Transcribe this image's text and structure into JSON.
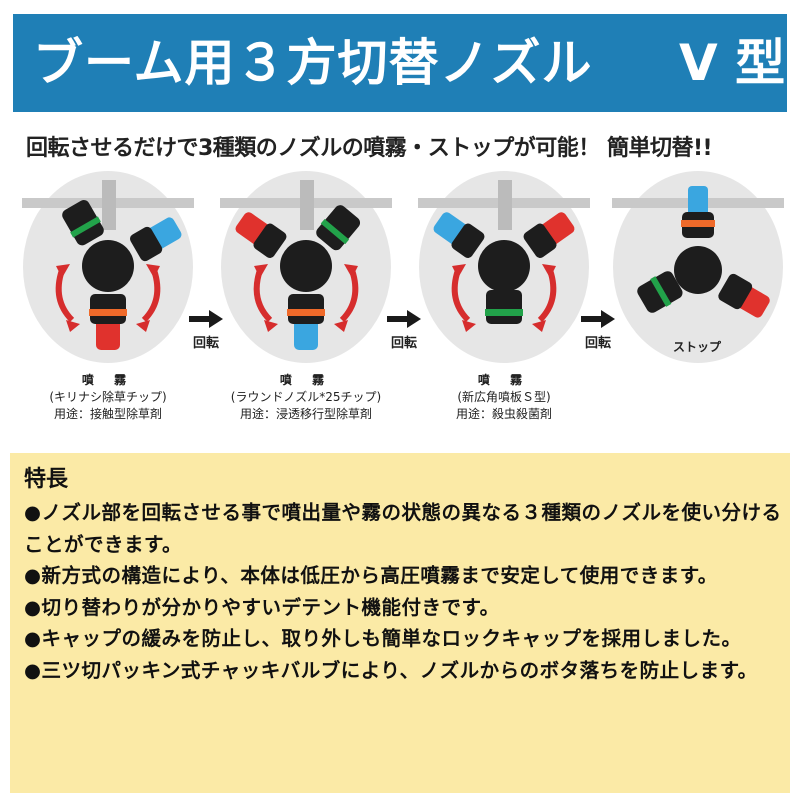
{
  "header": {
    "title": "ブーム用３方切替ノズル",
    "model": "V 型",
    "bg_color": "#1f7fb6"
  },
  "subtitle": "回転させるだけで3種類のノズルの噴霧・ストップが可能！ 簡単切替!!",
  "panels": [
    {
      "caption_head": "噴 霧",
      "caption_line1": "(キリナシ除草チップ)",
      "caption_line2": "用途：接触型除草剤"
    },
    {
      "caption_head": "噴 霧",
      "caption_line1": "(ラウンドノズル*25チップ)",
      "caption_line2": "用途：浸透移行型除草剤"
    },
    {
      "caption_head": "噴 霧",
      "caption_line1": "(新広角噴板Ｓ型)",
      "caption_line2": "用途：殺虫殺菌剤"
    },
    {
      "stop_label": "ストップ"
    }
  ],
  "arrow_label": "回転",
  "features": {
    "title": "特長",
    "items": [
      "●ノズル部を回転させる事で噴出量や霧の状態の異なる３種類のノズルを使い分けることができます。",
      "●新方式の構造により、本体は低圧から高圧噴霧まで安定して使用できます。",
      "●切り替わりが分かりやすいデテント機能付きです。",
      "●キャップの緩みを防止し、取り外しも簡単なロックキャップを採用しました。",
      "●三ツ切パッキン式チャッキバルブにより、ノズルからのボタ落ちを防止します。"
    ]
  },
  "colors": {
    "accent_blue": "#1f7fb6",
    "features_bg": "#fbeaa6",
    "nozzle_red": "#e0322d",
    "nozzle_blue": "#3aa6e0",
    "ring_green": "#22a24a",
    "ring_orange": "#ef6a2a"
  }
}
